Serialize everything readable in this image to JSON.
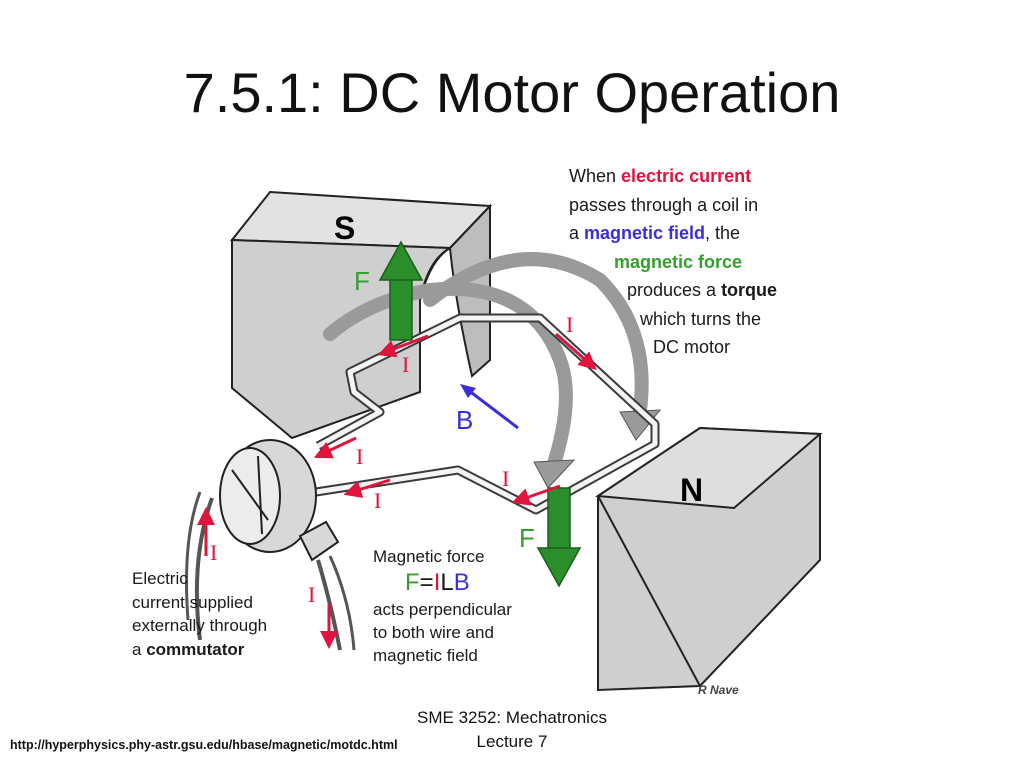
{
  "slide": {
    "title": "7.5.1: DC Motor Operation",
    "footer": {
      "course": "SME 3252: Mechatronics",
      "lecture": "Lecture 7"
    },
    "source_url": "http://hyperphysics.phy-astr.gsu.edu/hbase/magnetic/motdc.html"
  },
  "diagram": {
    "pole_s": "S",
    "pole_n": "N",
    "force_label": "F",
    "current_label": "I",
    "field_label": "B",
    "credit": "R Nave",
    "explanation": {
      "l1a": "When ",
      "l1b": "electric current",
      "l2": "passes through a  coil in",
      "l3a": "a ",
      "l3b": "magnetic field",
      "l3c": ", the",
      "l4": "magnetic force",
      "l5a": "produces a ",
      "l5b": "torque",
      "l6": "which turns the",
      "l7": "DC motor"
    },
    "force_note": {
      "l1": "Magnetic force",
      "eq_f": "F",
      "eq_eq": "=",
      "eq_i": "I",
      "eq_l": "L",
      "eq_b": "B",
      "l3": "acts perpendicular",
      "l4": "to both wire and",
      "l5": "magnetic field"
    },
    "commutator_note": {
      "l1": "Electric",
      "l2": "current supplied",
      "l3": "externally through",
      "l4a": "a ",
      "l4b": "commutator"
    },
    "colors": {
      "pole_fill": "#cfcfcf",
      "pole_top": "#dedede",
      "force_arrow": "#2a8f2a",
      "current_arrow": "#e0143c",
      "field_arrow": "#3a2de0",
      "text_red": "#e0143c",
      "text_blue": "#3a2de0",
      "text_green": "#34a02c"
    }
  }
}
